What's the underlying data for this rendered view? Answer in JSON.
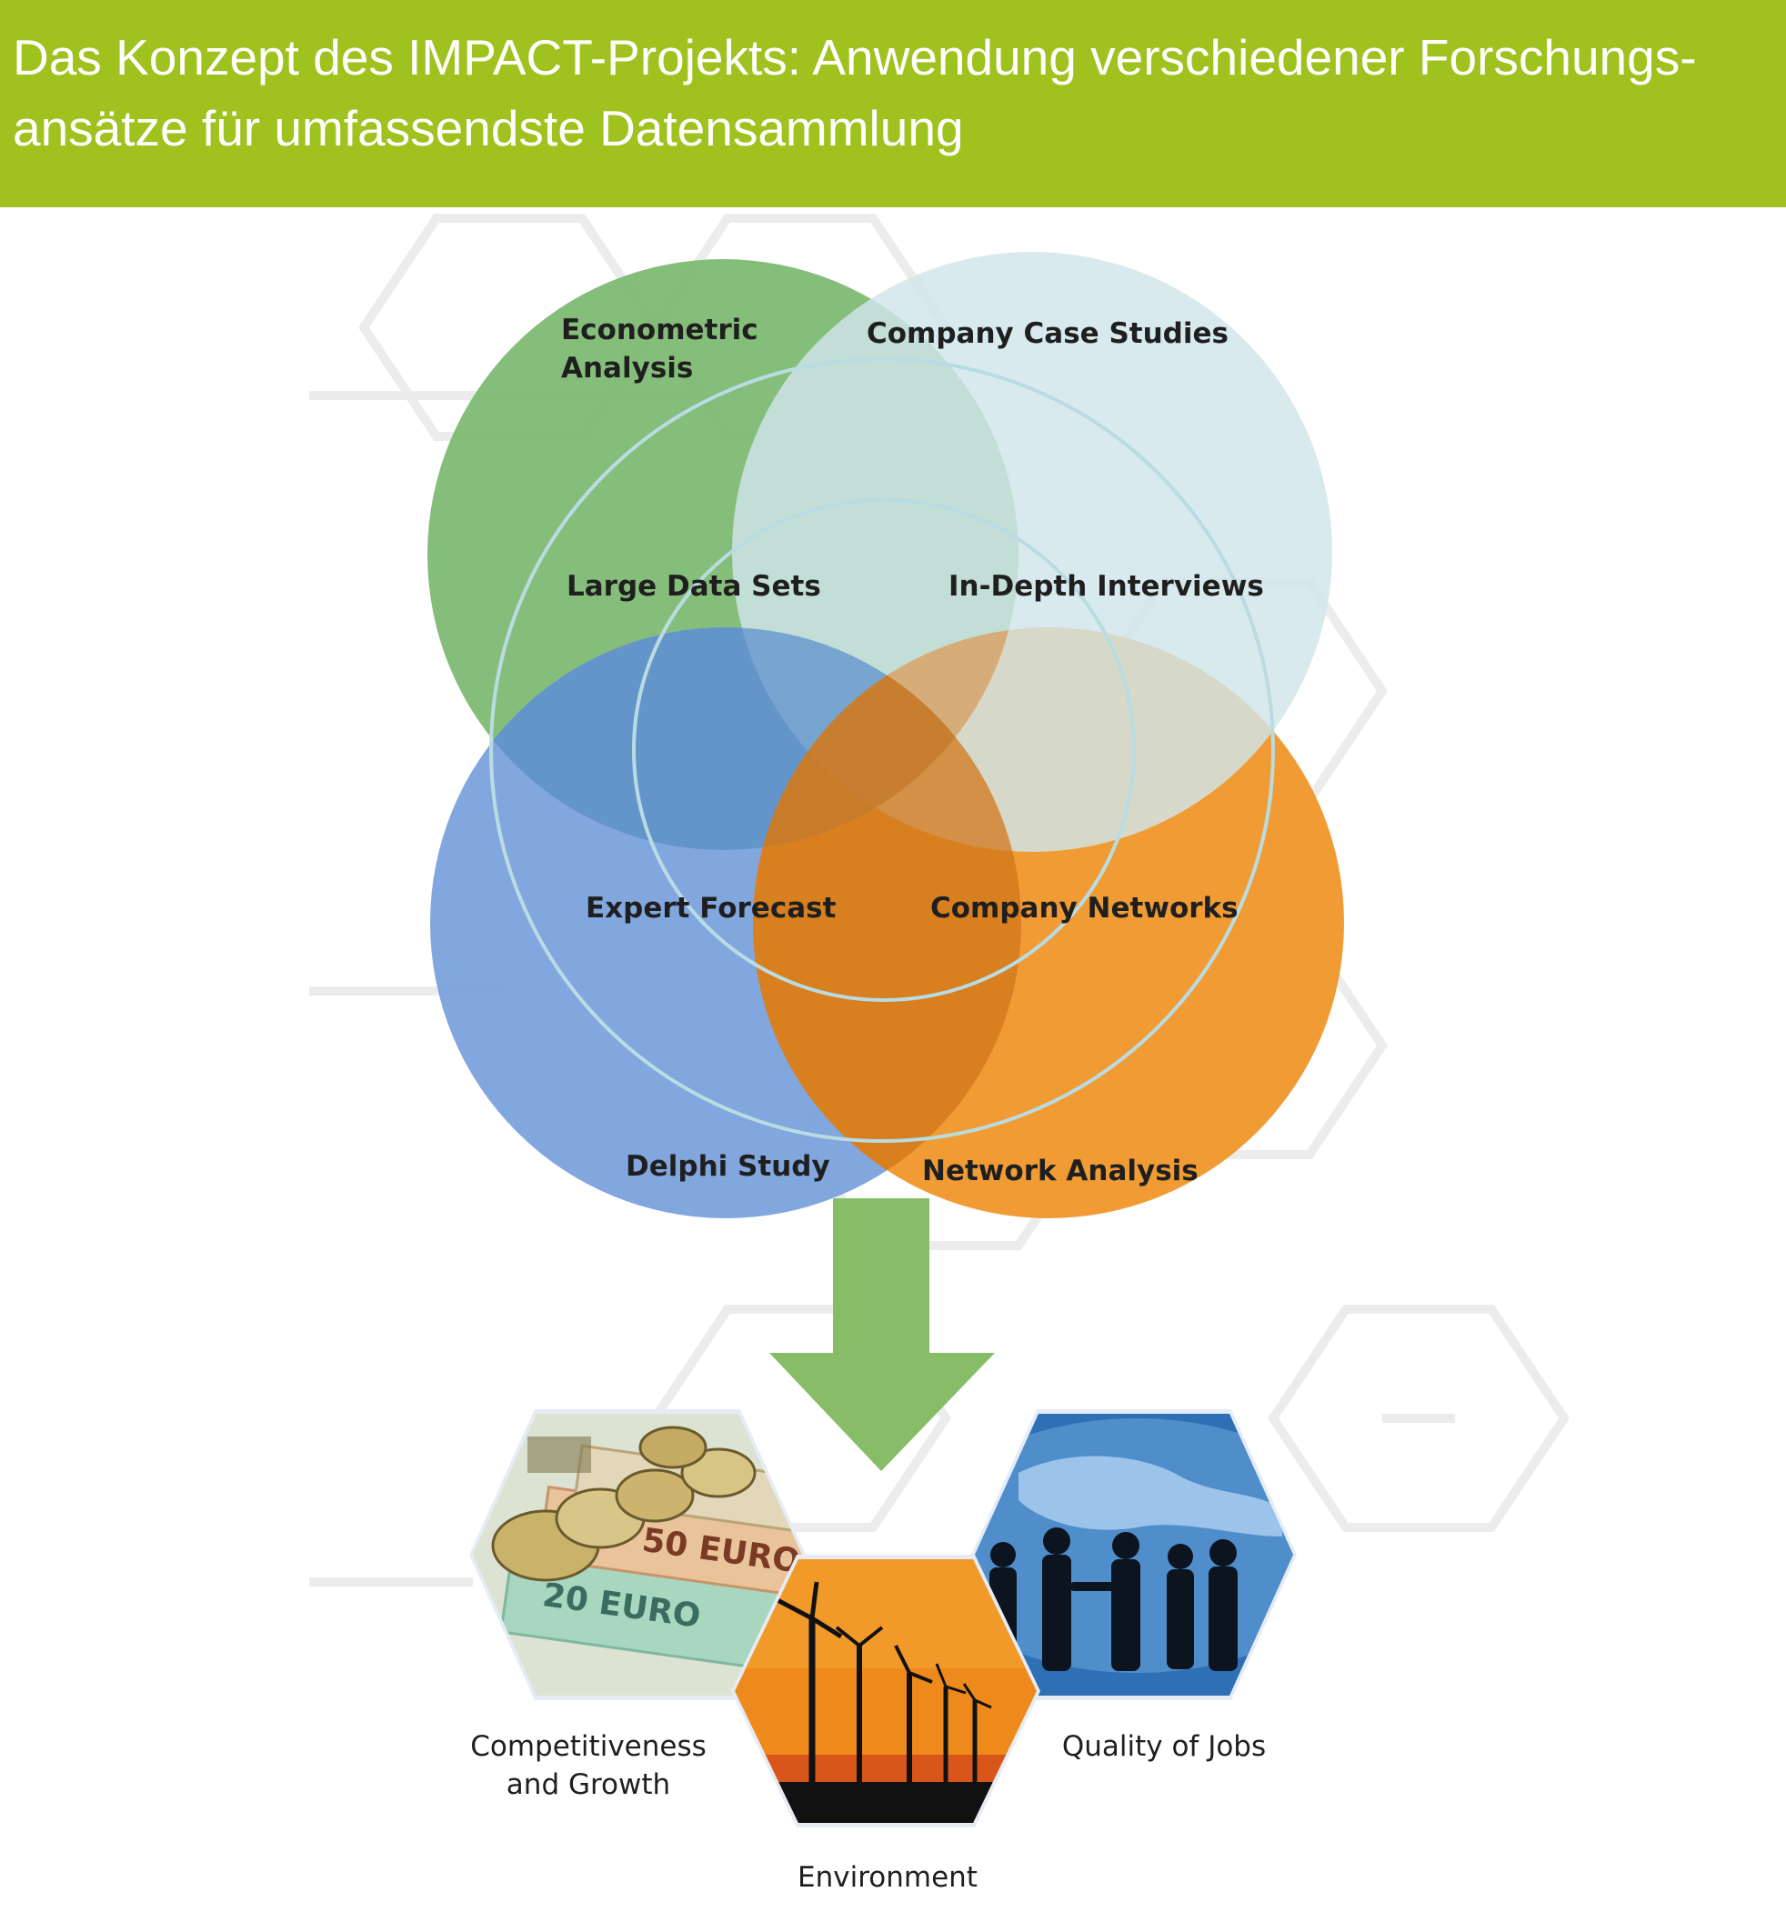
{
  "header": {
    "title_line1": "Das Konzept des IMPACT-Projekts: Anwendung verschiedener Forschungs-",
    "title_line2": "ansätze für umfassendste Datensammlung"
  },
  "approaches": {
    "econometric": {
      "title_l1": "Econometric",
      "title_l2": "Analysis",
      "method": "Large Data Sets",
      "color": "#7bb86f"
    },
    "case_studies": {
      "title": "Company Case Studies",
      "method": "In-Depth Interviews",
      "color": "#cfe5ea"
    },
    "delphi": {
      "title": "Delphi Study",
      "method": "Expert Forecast",
      "color": "#7ba2dd"
    },
    "network": {
      "title": "Network Analysis",
      "method": "Company Networks",
      "color": "#f0962a"
    }
  },
  "outcomes": {
    "competitiveness": {
      "label_l1": "Competitiveness",
      "label_l2": "and Growth",
      "icon": "euro-money-photo"
    },
    "environment": {
      "label": "Environment",
      "icon": "wind-turbines-photo"
    },
    "jobs": {
      "label": "Quality of Jobs",
      "icon": "business-people-globe-photo"
    }
  },
  "colors": {
    "header_bg": "#9fc21f",
    "arrow": "#86bd66",
    "ring": "#b9dce3"
  }
}
